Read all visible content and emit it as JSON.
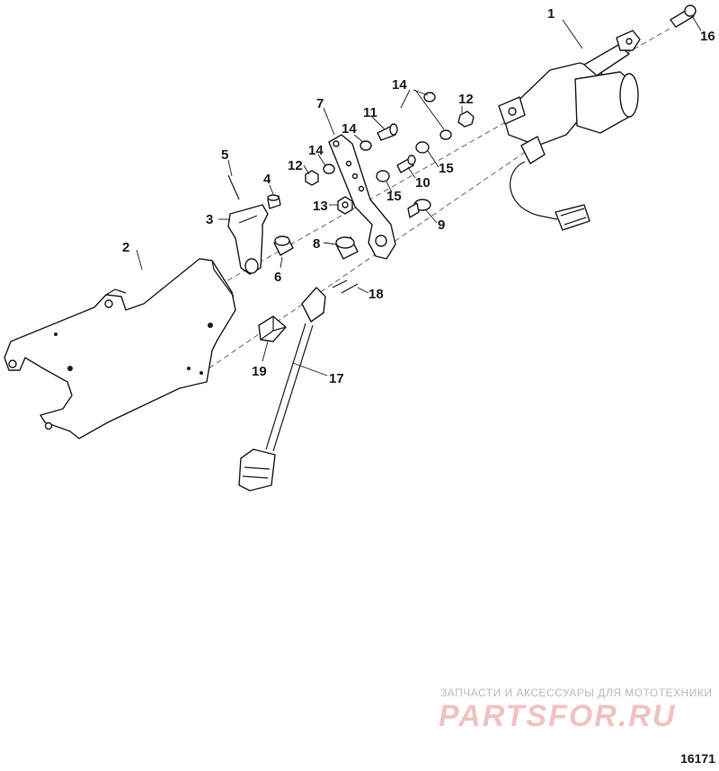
{
  "callouts": [
    {
      "label": "1"
    },
    {
      "label": "2"
    },
    {
      "label": "3"
    },
    {
      "label": "4"
    },
    {
      "label": "5"
    },
    {
      "label": "6"
    },
    {
      "label": "7"
    },
    {
      "label": "8"
    },
    {
      "label": "9"
    },
    {
      "label": "10"
    },
    {
      "label": "11"
    },
    {
      "label": "12"
    },
    {
      "label": "12"
    },
    {
      "label": "13"
    },
    {
      "label": "14"
    },
    {
      "label": "14"
    },
    {
      "label": "14"
    },
    {
      "label": "15"
    },
    {
      "label": "15"
    },
    {
      "label": "16"
    },
    {
      "label": "17"
    },
    {
      "label": "18"
    },
    {
      "label": "19"
    }
  ],
  "watermark": {
    "tagline": "ЗАПЧАСТИ И АКСЕССУАРЫ ДЛЯ МОТОТЕХНИКИ",
    "logo": "PARTSFOR.RU"
  },
  "figure_number": "16171"
}
